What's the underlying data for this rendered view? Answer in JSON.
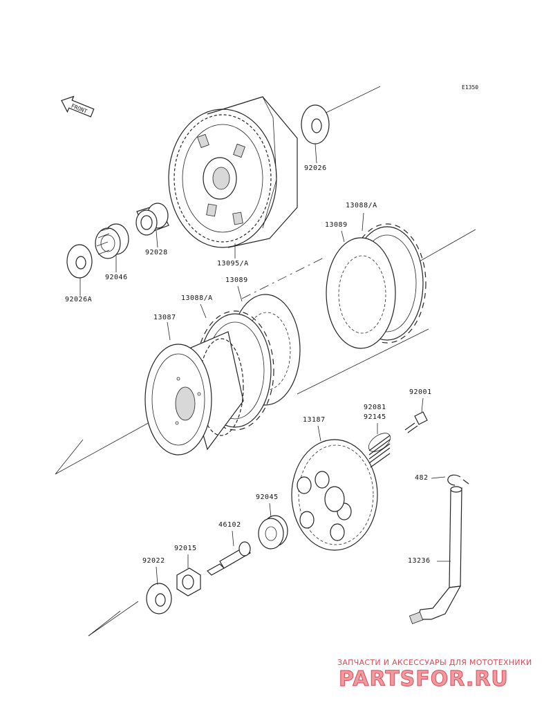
{
  "diagram_code": "E1350",
  "front_label": "FRONT",
  "parts": {
    "p92026": "92026",
    "p92028": "92028",
    "p13095A": "13095/A",
    "p92046": "92046",
    "p92026A": "92026A",
    "p13088A_top": "13088/A",
    "p13089_top": "13089",
    "p13089_mid": "13089",
    "p13088A_mid": "13088/A",
    "p13087": "13087",
    "p92001": "92001",
    "p92081": "92081",
    "p92145": "92145",
    "p13187": "13187",
    "p482": "482",
    "p92045": "92045",
    "p46102": "46102",
    "p92015": "92015",
    "p92022": "92022",
    "p13236": "13236"
  },
  "watermark": {
    "caption": "ЗАПЧАСТИ И АКСЕССУАРЫ ДЛЯ МОТОТЕХНИКИ",
    "brand": "PARTSFOR.RU"
  },
  "colors": {
    "line": "#222222",
    "watermark_red": "#d94a55"
  }
}
